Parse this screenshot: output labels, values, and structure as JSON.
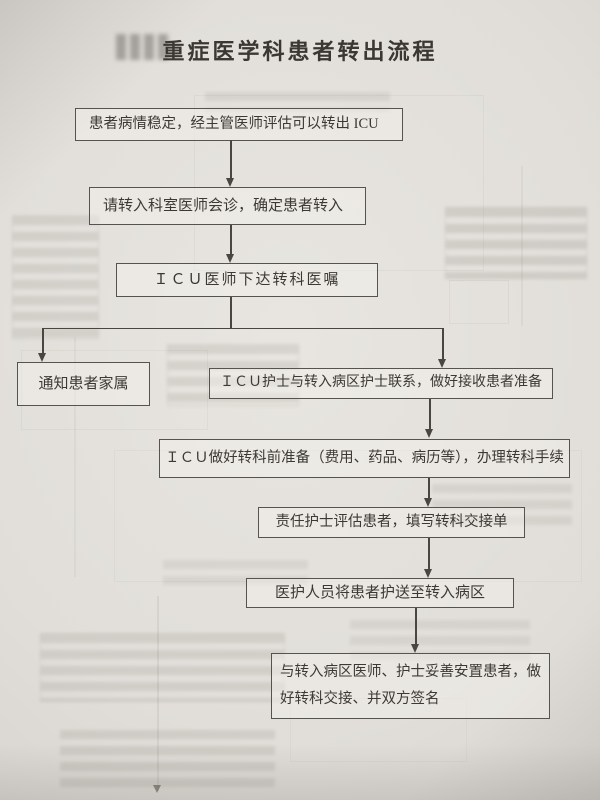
{
  "page": {
    "title": "重症医学科患者转出流程"
  },
  "flowchart": {
    "nodes": [
      {
        "id": "stable",
        "label": "患者病情稳定，经主管医师评估可以转出 ICU"
      },
      {
        "id": "consult",
        "label": "请转入科室医师会诊，确定患者转入"
      },
      {
        "id": "order",
        "label": "ＩＣＵ医师下达转科医嘱"
      },
      {
        "id": "notify-family",
        "label": "通知患者家属"
      },
      {
        "id": "nurse-contact",
        "label": "ＩＣＵ护士与转入病区护士联系，做好接收患者准备"
      },
      {
        "id": "prepare",
        "label": "ＩＣＵ做好转科前准备（费用、药品、病历等），办理转科手续"
      },
      {
        "id": "assess-form",
        "label": "责任护士评估患者，填写转科交接单"
      },
      {
        "id": "escort",
        "label": "医护人员将患者护送至转入病区"
      },
      {
        "id": "handover",
        "label": "与转入病区医师、护士妥善安置患者，做\n好转科交接、并双方签名"
      }
    ],
    "edges": [
      {
        "from": "stable",
        "to": "consult"
      },
      {
        "from": "consult",
        "to": "order"
      },
      {
        "from": "order",
        "to": "notify-family"
      },
      {
        "from": "order",
        "to": "nurse-contact"
      },
      {
        "from": "nurse-contact",
        "to": "prepare"
      },
      {
        "from": "prepare",
        "to": "assess-form"
      },
      {
        "from": "assess-form",
        "to": "escort"
      },
      {
        "from": "escort",
        "to": "handover"
      }
    ],
    "colors": {
      "ink": "#3c3935",
      "box_border": "#56524d",
      "paper": "#dedbd6"
    }
  }
}
